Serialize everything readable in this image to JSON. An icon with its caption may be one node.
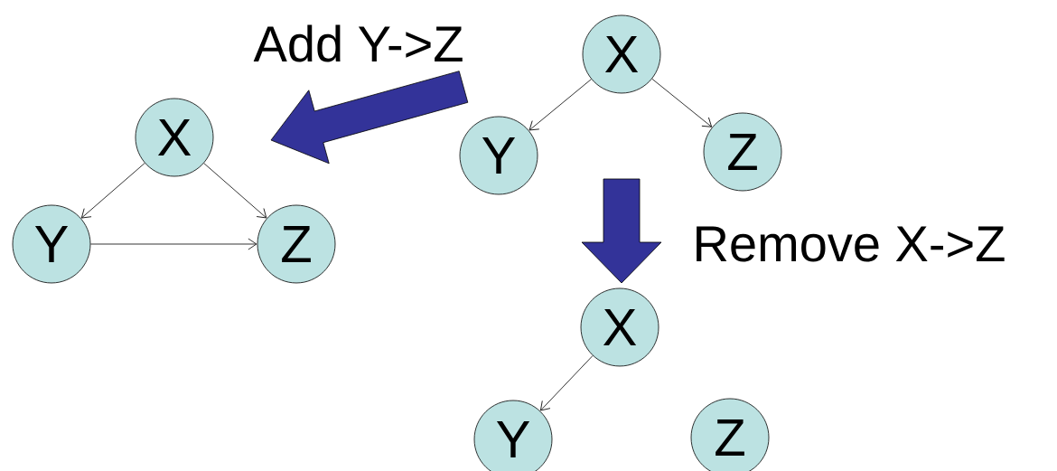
{
  "diagram": {
    "nodes": [
      {
        "text": [
          "X"
        ]
      },
      {
        "text": [
          "Y"
        ]
      },
      {
        "text": [
          "Z"
        ]
      },
      {
        "text": [
          "X"
        ]
      },
      {
        "text": [
          "Y"
        ]
      },
      {
        "text": [
          "Z"
        ]
      },
      {
        "text": [
          "X"
        ]
      },
      {
        "text": [
          "Y"
        ]
      },
      {
        "text": [
          "Z"
        ]
      }
    ],
    "edges": [
      {
        "from": 0,
        "to": 1,
        "arrow": "to"
      },
      {
        "from": 0,
        "to": 2,
        "arrow": "to"
      },
      {
        "from": 3,
        "to": 4,
        "arrow": "to"
      },
      {
        "from": 3,
        "to": 5,
        "arrow": "to"
      },
      {
        "from": 4,
        "to": 5,
        "arrow": "to"
      },
      {
        "from": 6,
        "to": 7,
        "arrow": "to"
      }
    ],
    "labels": [
      "Add Y->Z",
      "Remove X->Z"
    ]
  }
}
